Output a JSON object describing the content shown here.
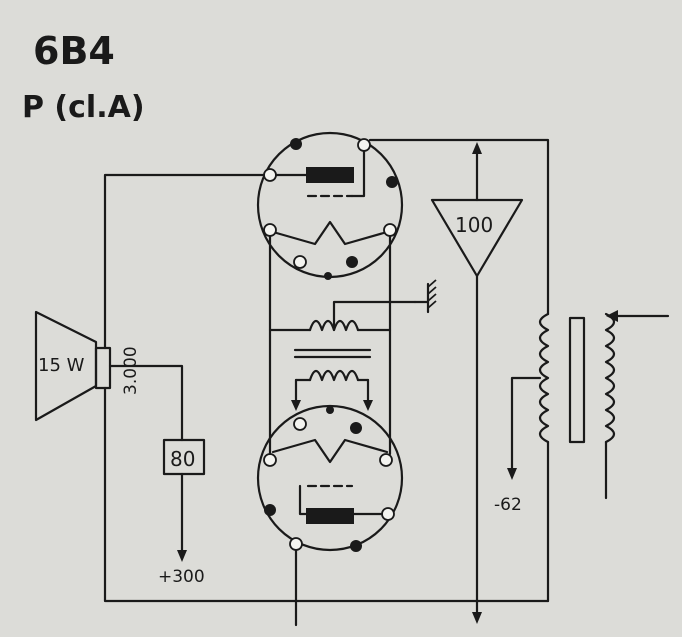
{
  "diagram": {
    "title": "6B4",
    "subtitle": "P (cl.A)",
    "speaker_power": "15 W",
    "transformer_impedance": "3.000",
    "resistor_value": "80",
    "supply_voltage": "+300",
    "amplifier_gain": "100",
    "bias_voltage": "-62"
  },
  "colors": {
    "background": "#dcdcd8",
    "ink": "#1a1a1a"
  }
}
